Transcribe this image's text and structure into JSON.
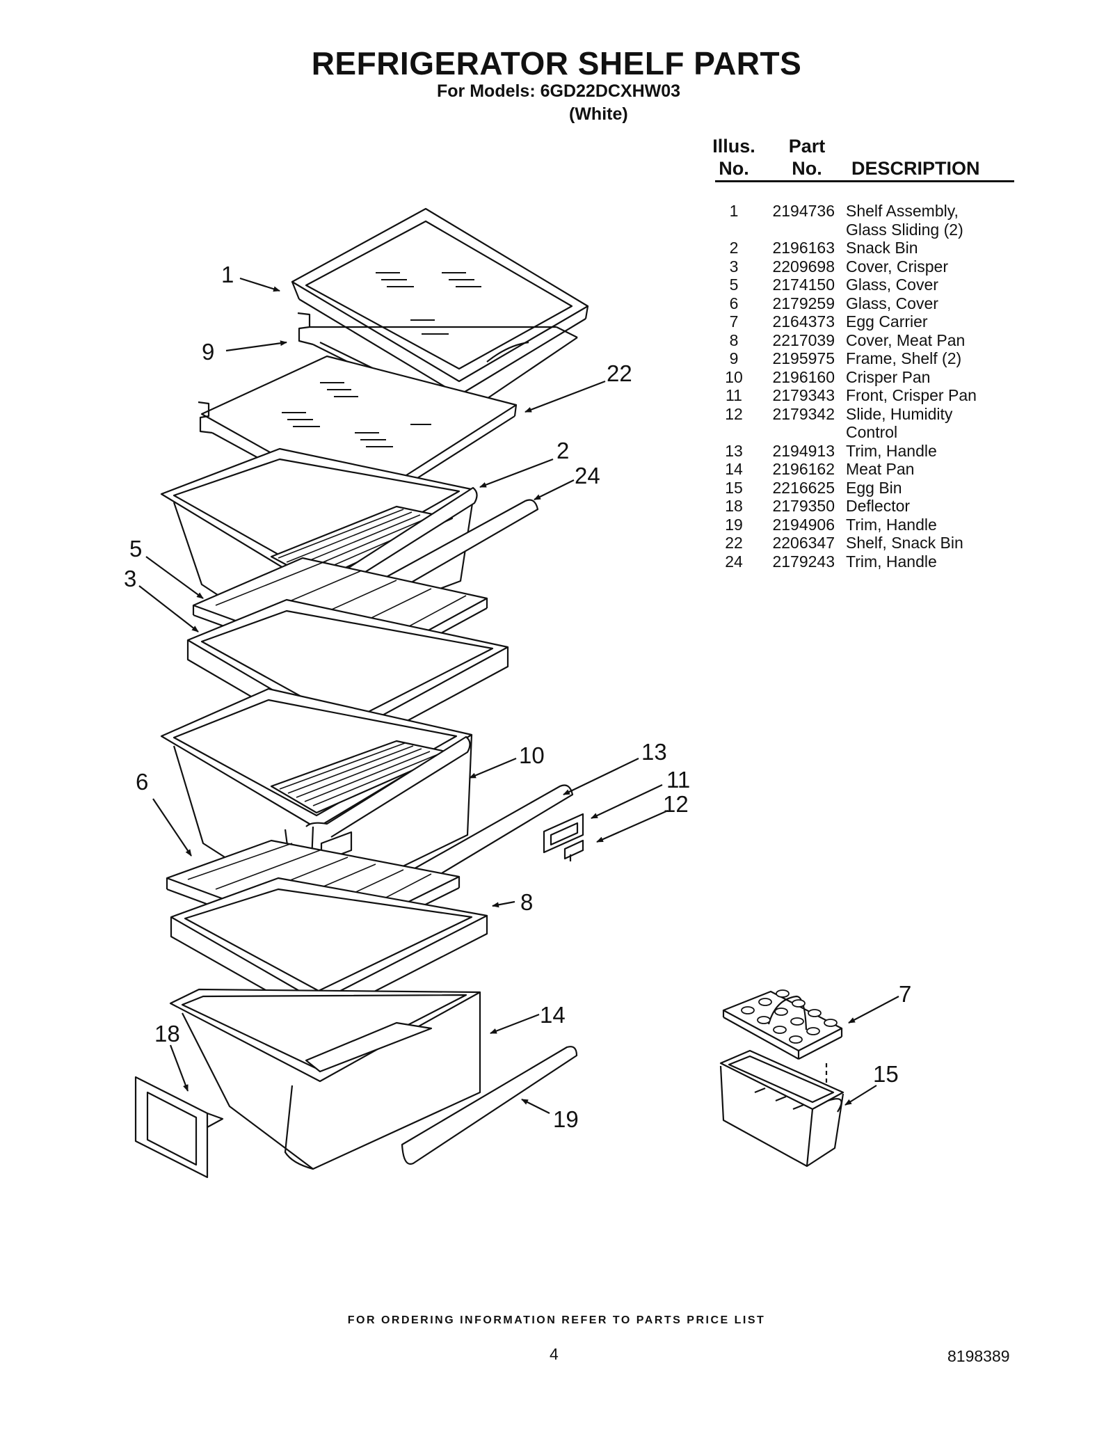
{
  "title": "REFRIGERATOR SHELF PARTS",
  "models_line": "For Models: 6GD22DCXHW03",
  "color_line": "(White)",
  "table": {
    "headers": {
      "illus_top": "Illus.",
      "illus_bottom": "No.",
      "part_top": "Part",
      "part_bottom": "No.",
      "description": "DESCRIPTION"
    },
    "rows": [
      {
        "illus": "1",
        "part": "2194736",
        "desc": "Shelf Assembly,"
      },
      {
        "illus": "",
        "part": "",
        "desc": "Glass Sliding (2)"
      },
      {
        "illus": "2",
        "part": "2196163",
        "desc": "Snack Bin"
      },
      {
        "illus": "3",
        "part": "2209698",
        "desc": "Cover, Crisper"
      },
      {
        "illus": "5",
        "part": "2174150",
        "desc": "Glass, Cover"
      },
      {
        "illus": "6",
        "part": "2179259",
        "desc": "Glass, Cover"
      },
      {
        "illus": "7",
        "part": "2164373",
        "desc": "Egg Carrier"
      },
      {
        "illus": "8",
        "part": "2217039",
        "desc": "Cover, Meat Pan"
      },
      {
        "illus": "9",
        "part": "2195975",
        "desc": "Frame, Shelf (2)"
      },
      {
        "illus": "10",
        "part": "2196160",
        "desc": "Crisper Pan"
      },
      {
        "illus": "11",
        "part": "2179343",
        "desc": "Front, Crisper Pan"
      },
      {
        "illus": "12",
        "part": "2179342",
        "desc": "Slide, Humidity"
      },
      {
        "illus": "",
        "part": "",
        "desc": "Control"
      },
      {
        "illus": "13",
        "part": "2194913",
        "desc": "Trim, Handle"
      },
      {
        "illus": "14",
        "part": "2196162",
        "desc": "Meat Pan"
      },
      {
        "illus": "15",
        "part": "2216625",
        "desc": "Egg Bin"
      },
      {
        "illus": "18",
        "part": "2179350",
        "desc": "Deflector"
      },
      {
        "illus": "19",
        "part": "2194906",
        "desc": "Trim, Handle"
      },
      {
        "illus": "22",
        "part": "2206347",
        "desc": "Shelf, Snack Bin"
      },
      {
        "illus": "24",
        "part": "2179243",
        "desc": "Trim, Handle"
      }
    ]
  },
  "callouts": {
    "c1": "1",
    "c9": "9",
    "c22": "22",
    "c2": "2",
    "c24": "24",
    "c5": "5",
    "c3": "3",
    "c10": "10",
    "c13": "13",
    "c11": "11",
    "c12": "12",
    "c6": "6",
    "c8": "8",
    "c7": "7",
    "c15": "15",
    "c18": "18",
    "c14": "14",
    "c19": "19"
  },
  "footer": "FOR ORDERING INFORMATION REFER TO PARTS PRICE LIST",
  "page_number": "4",
  "document_number": "8198389"
}
